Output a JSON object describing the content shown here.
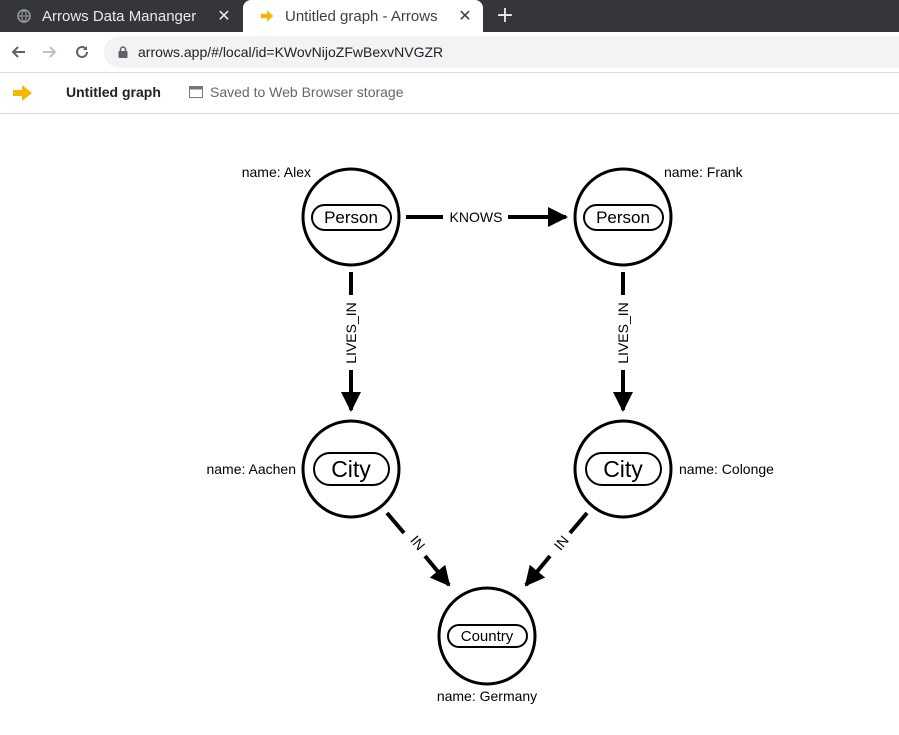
{
  "browser": {
    "tabs": [
      {
        "title": "Arrows Data Mananger",
        "icon": "globe-icon",
        "active": false
      },
      {
        "title": "Untitled graph - Arrows",
        "icon": "arrows-logo-icon",
        "active": true
      }
    ],
    "url": "arrows.app/#/local/id=KWovNijoZFwBexvNVGZR"
  },
  "app": {
    "title": "Untitled graph",
    "storage_status": "Saved to Web Browser storage",
    "accent_color": "#f5b800"
  },
  "graph": {
    "nodes": [
      {
        "id": "alex",
        "label": "Person",
        "property": "name: Alex"
      },
      {
        "id": "frank",
        "label": "Person",
        "property": "name: Frank"
      },
      {
        "id": "aachen",
        "label": "City",
        "property": "name: Aachen"
      },
      {
        "id": "colonge",
        "label": "City",
        "property": "name: Colonge"
      },
      {
        "id": "germany",
        "label": "Country",
        "property": "name: Germany"
      }
    ],
    "relationships": [
      {
        "from": "alex",
        "to": "frank",
        "type": "KNOWS"
      },
      {
        "from": "alex",
        "to": "aachen",
        "type": "LIVES_IN"
      },
      {
        "from": "frank",
        "to": "colonge",
        "type": "LIVES_IN"
      },
      {
        "from": "aachen",
        "to": "germany",
        "type": "IN"
      },
      {
        "from": "colonge",
        "to": "germany",
        "type": "IN"
      }
    ]
  }
}
